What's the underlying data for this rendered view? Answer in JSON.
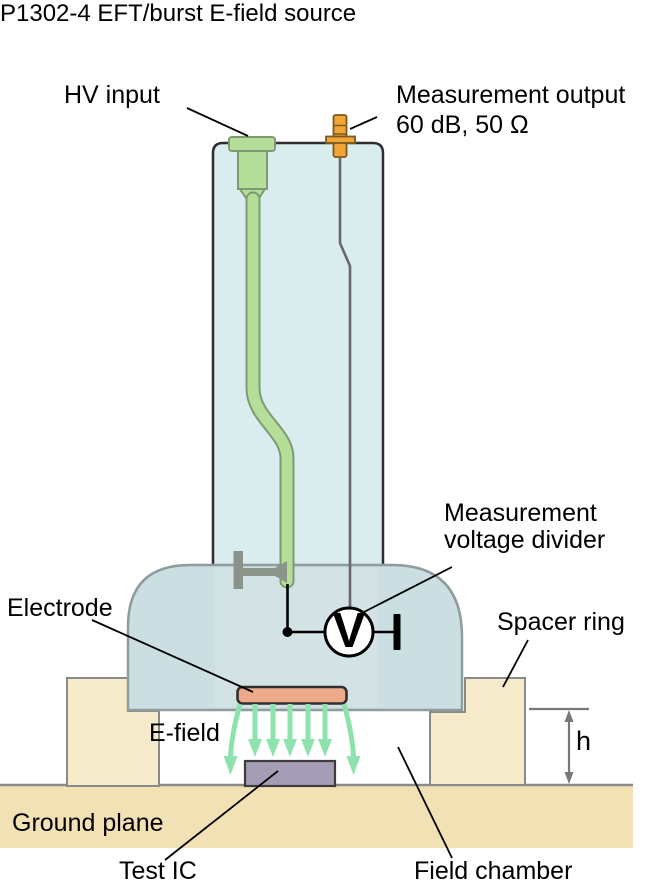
{
  "title": "P1302-4 EFT/burst E-field source",
  "labels": {
    "hv_input": "HV input",
    "measurement_output": "Measurement output",
    "measurement_output_spec": "60 dB, 50 Ω",
    "voltage_divider_1": "Measurement",
    "voltage_divider_2": "voltage divider",
    "voltmeter_symbol": "V",
    "electrode": "Electrode",
    "spacer_ring": "Spacer ring",
    "e_field": "E-field",
    "ground_plane": "Ground plane",
    "test_ic": "Test IC",
    "field_chamber": "Field chamber",
    "spacing_height": "h"
  },
  "colors": {
    "text_black": "#000000",
    "outline_dark": "#2e2e2e",
    "column_fill": "#d9ecee",
    "dome_fill": "#cbdee1",
    "dome_border": "#8f9b9d",
    "cable_green": "#b5df99",
    "cable_green_border": "#7e9a72",
    "connector_orange": "#f2a437",
    "connector_orange_border": "#7a5a1e",
    "wire_gray": "#686868",
    "bracket_gray": "#8b948a",
    "electrode_fill": "#ecaa8b",
    "spacer_fill": "#f5ebca",
    "spacer_border": "#8a8a8a",
    "ground_fill": "#f1e1b4",
    "ground_border": "#8a8a8a",
    "test_ic_fill": "#a59db5",
    "test_ic_border": "#3c3c3c",
    "efield_green": "#8ee2ad",
    "dim_gray": "#787878"
  }
}
